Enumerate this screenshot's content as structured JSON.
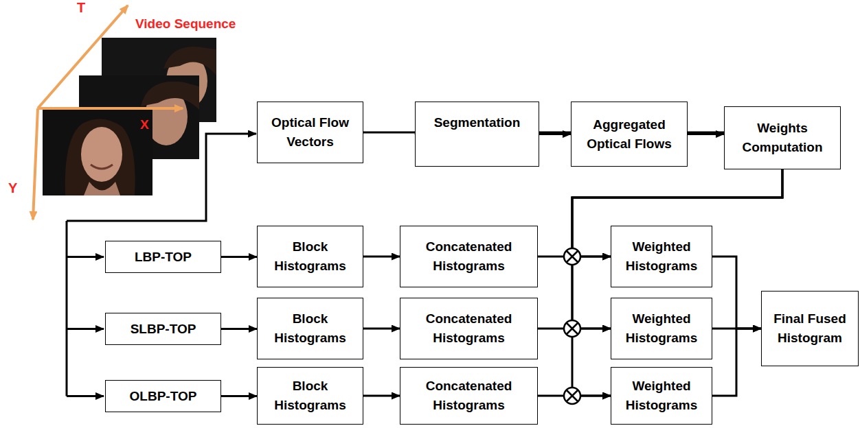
{
  "diagram": {
    "nodes": [
      {
        "text": [
          "Optical Flow Vectors"
        ]
      },
      {
        "text": [
          "Segmentation"
        ]
      },
      {
        "text": [
          "Aggregated Optical Flows"
        ]
      },
      {
        "text": [
          "Weights Computation"
        ]
      },
      {
        "text": [
          "LBP-TOP"
        ]
      },
      {
        "text": [
          "Block Histograms"
        ]
      },
      {
        "text": [
          "Concatenated Histograms"
        ]
      },
      {
        "text": [
          "Weighted Histograms"
        ]
      },
      {
        "text": [
          "SLBP-TOP"
        ]
      },
      {
        "text": [
          "Block Histograms"
        ]
      },
      {
        "text": [
          "Concatenated Histograms"
        ]
      },
      {
        "text": [
          "Weighted Histograms"
        ]
      },
      {
        "text": [
          "OLBP-TOP"
        ]
      },
      {
        "text": [
          "Block Histograms"
        ]
      },
      {
        "text": [
          "Concatenated Histograms"
        ]
      },
      {
        "text": [
          "Weighted Histograms"
        ]
      },
      {
        "text": [
          "Final Fused Histogram"
        ]
      }
    ],
    "edges": [
      {
        "from": 0,
        "to": 1,
        "arrow": "to"
      },
      {
        "from": 1,
        "to": 2,
        "arrow": "to"
      },
      {
        "from": 2,
        "to": 3,
        "arrow": "to"
      },
      {
        "from": 4,
        "to": 5,
        "arrow": "to"
      },
      {
        "from": 5,
        "to": 6,
        "arrow": "to"
      },
      {
        "from": 6,
        "to": 7,
        "arrow": "to"
      },
      {
        "from": 8,
        "to": 9,
        "arrow": "to"
      },
      {
        "from": 9,
        "to": 10,
        "arrow": "to"
      },
      {
        "from": 10,
        "to": 11,
        "arrow": "to"
      },
      {
        "from": 12,
        "to": 13,
        "arrow": "to"
      },
      {
        "from": 13,
        "to": 14,
        "arrow": "to"
      },
      {
        "from": 14,
        "to": 15,
        "arrow": "to"
      },
      {
        "from": 3,
        "to": 7,
        "arrow": "to"
      },
      {
        "from": 3,
        "to": 11,
        "arrow": "to"
      },
      {
        "from": 3,
        "to": 15,
        "arrow": "to"
      },
      {
        "from": 7,
        "to": 16,
        "arrow": "to"
      },
      {
        "from": 11,
        "to": 16,
        "arrow": "to"
      },
      {
        "from": 15,
        "to": 16,
        "arrow": "to"
      }
    ],
    "labels": [
      "T",
      "Video Sequence",
      "X",
      "Y"
    ]
  }
}
